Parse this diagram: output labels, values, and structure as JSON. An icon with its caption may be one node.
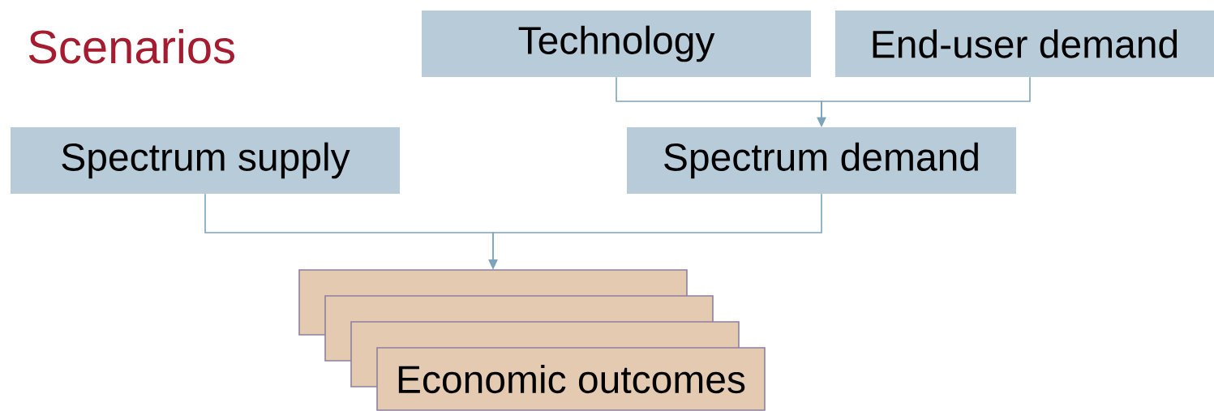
{
  "diagram": {
    "title": "Scenarios",
    "nodes": [
      {
        "text": [
          "Technology"
        ]
      },
      {
        "text": [
          "End-user demand"
        ]
      },
      {
        "text": [
          "Spectrum supply"
        ]
      },
      {
        "text": [
          "Spectrum demand"
        ]
      },
      {
        "text": [],
        "shape": "box"
      },
      {
        "text": [],
        "shape": "box"
      },
      {
        "text": [],
        "shape": "box"
      },
      {
        "text": [
          "Economic outcomes"
        ]
      }
    ],
    "edges": [
      {
        "from": 0,
        "to": 3,
        "arrow": "to"
      },
      {
        "from": 1,
        "to": 3,
        "arrow": "to"
      },
      {
        "from": 2,
        "to": 4,
        "arrow": "to"
      },
      {
        "from": 3,
        "to": 4,
        "arrow": "to"
      }
    ]
  }
}
